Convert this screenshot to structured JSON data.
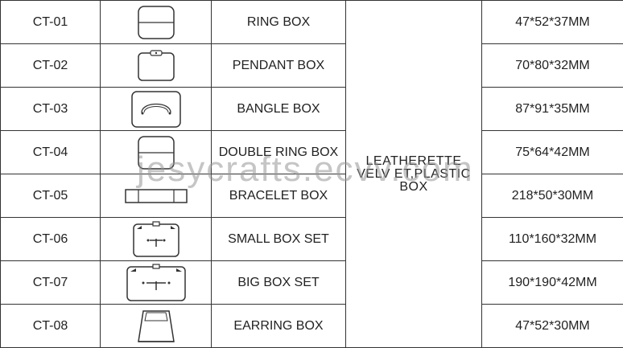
{
  "material": "LEATHERETTE VELV ET,PLASTIC BOX",
  "watermark": "jesycrafts.ecvv.com",
  "rows": [
    {
      "code": "CT-01",
      "name": "RING BOX",
      "size": "47*52*37MM",
      "icon": "ring-box-icon"
    },
    {
      "code": "CT-02",
      "name": "PENDANT BOX",
      "size": "70*80*32MM",
      "icon": "pendant-box-icon"
    },
    {
      "code": "CT-03",
      "name": "BANGLE BOX",
      "size": "87*91*35MM",
      "icon": "bangle-box-icon"
    },
    {
      "code": "CT-04",
      "name": "DOUBLE RING BOX",
      "size": "75*64*42MM",
      "icon": "double-ring-box-icon"
    },
    {
      "code": "CT-05",
      "name": "BRACELET BOX",
      "size": "218*50*30MM",
      "icon": "bracelet-box-icon"
    },
    {
      "code": "CT-06",
      "name": "SMALL BOX SET",
      "size": "110*160*32MM",
      "icon": "small-box-set-icon"
    },
    {
      "code": "CT-07",
      "name": "BIG BOX SET",
      "size": "190*190*42MM",
      "icon": "big-box-set-icon"
    },
    {
      "code": "CT-08",
      "name": "EARRING BOX",
      "size": "47*52*30MM",
      "icon": "earring-box-icon"
    }
  ]
}
